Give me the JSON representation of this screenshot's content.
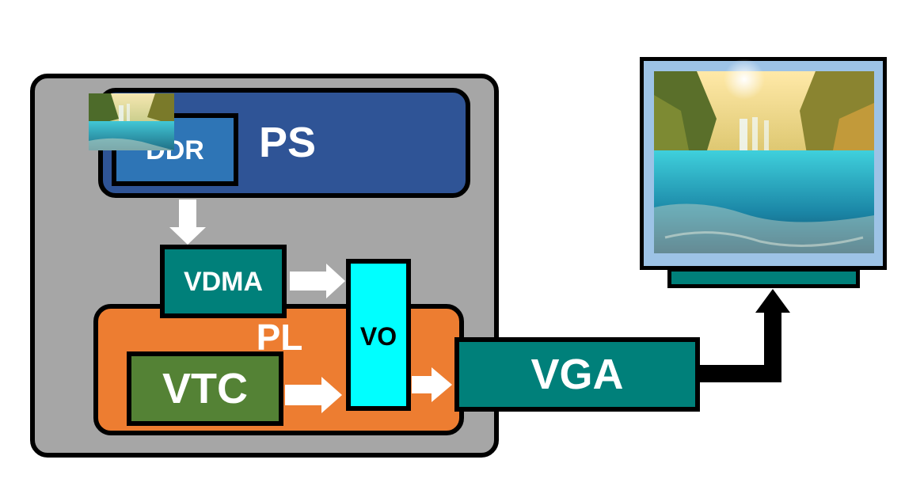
{
  "blocks": {
    "ps": "PS",
    "ddr": "DDR",
    "vdma": "VDMA",
    "pl": "PL",
    "vtc": "VTC",
    "vo": "VO",
    "vga": "VGA"
  },
  "colors": {
    "soc_fill": "#a6a6a6",
    "ps_fill": "#2f5496",
    "ddr_fill": "#2e75b6",
    "pl_fill": "#ed7d31",
    "vdma_fill": "#00807a",
    "vtc_fill": "#548235",
    "vo_fill": "#00ffff",
    "vga_fill": "#00807a",
    "monitor_frame": "#9dc3e6",
    "monitor_stand": "#00807a"
  },
  "images": {
    "ddr_thumbnail": "waterfall-lake-photo",
    "monitor_screen": "waterfall-lake-photo"
  }
}
